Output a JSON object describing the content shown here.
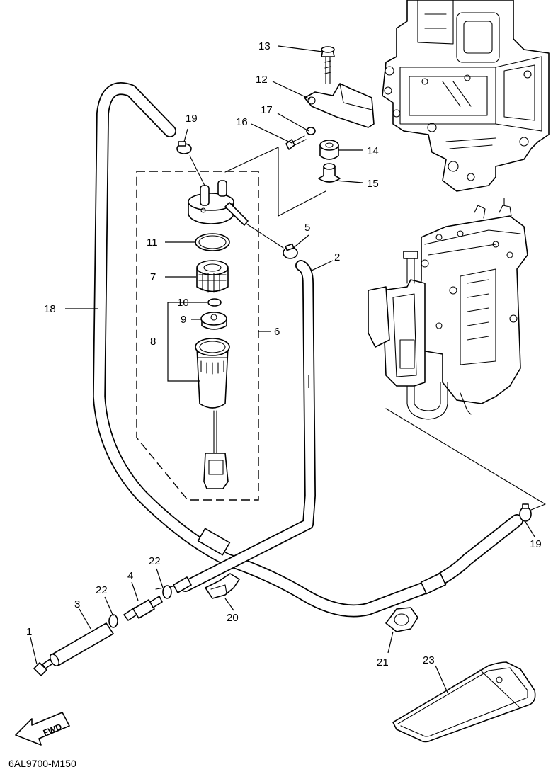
{
  "diagram": {
    "drawing_code": "6AL9700-M150",
    "fwd_label": "FWD",
    "callouts": [
      {
        "id": "c1",
        "label": "1"
      },
      {
        "id": "c2",
        "label": "2"
      },
      {
        "id": "c3",
        "label": "3"
      },
      {
        "id": "c4",
        "label": "4"
      },
      {
        "id": "c5",
        "label": "5"
      },
      {
        "id": "c6",
        "label": "6"
      },
      {
        "id": "c7",
        "label": "7"
      },
      {
        "id": "c8",
        "label": "8"
      },
      {
        "id": "c9",
        "label": "9"
      },
      {
        "id": "c10",
        "label": "10"
      },
      {
        "id": "c11",
        "label": "11"
      },
      {
        "id": "c12",
        "label": "12"
      },
      {
        "id": "c13",
        "label": "13"
      },
      {
        "id": "c14",
        "label": "14"
      },
      {
        "id": "c15",
        "label": "15"
      },
      {
        "id": "c16",
        "label": "16"
      },
      {
        "id": "c17",
        "label": "17"
      },
      {
        "id": "c18",
        "label": "18"
      },
      {
        "id": "c19a",
        "label": "19"
      },
      {
        "id": "c19b",
        "label": "19"
      },
      {
        "id": "c20",
        "label": "20"
      },
      {
        "id": "c21",
        "label": "21"
      },
      {
        "id": "c22a",
        "label": "22"
      },
      {
        "id": "c22b",
        "label": "22"
      },
      {
        "id": "c23",
        "label": "23"
      }
    ]
  }
}
